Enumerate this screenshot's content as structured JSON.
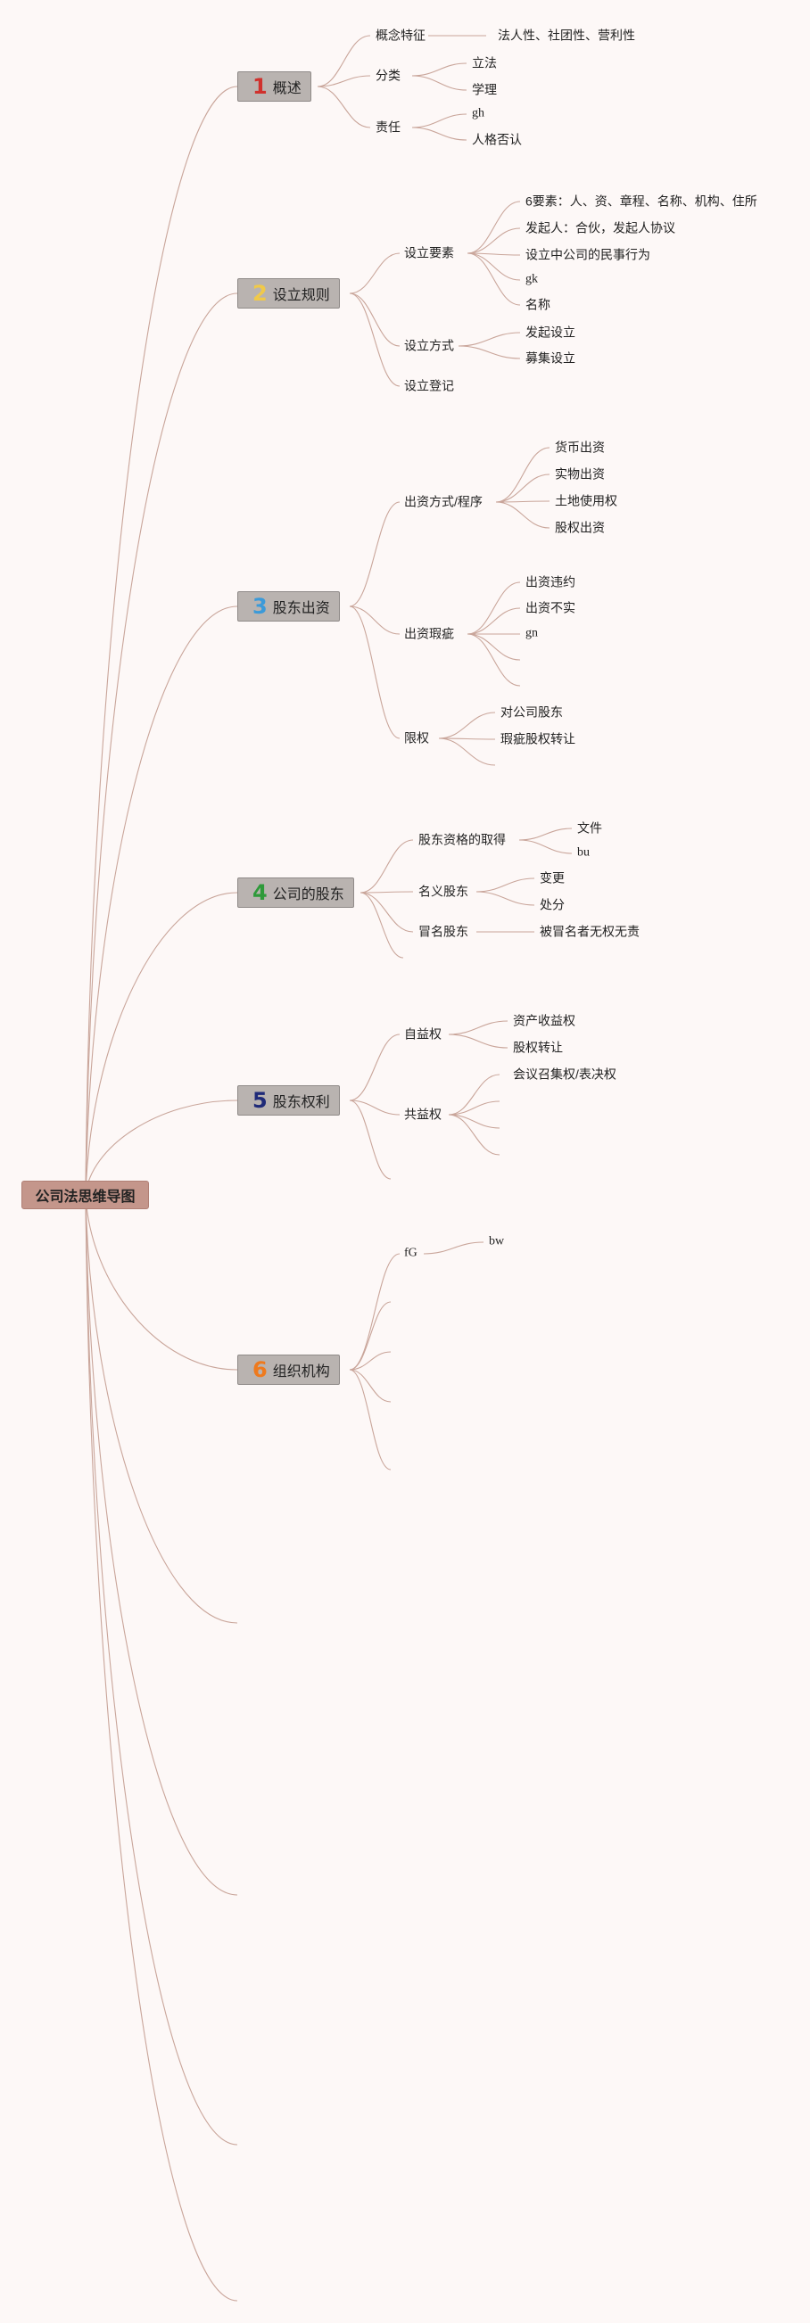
{
  "title": "公司法思维导图",
  "topics": [
    {
      "num": "1",
      "label": "概述",
      "color": "#d0312d"
    },
    {
      "num": "2",
      "label": "设立规则",
      "color": "#f0c94a"
    },
    {
      "num": "3",
      "label": "股东出资",
      "color": "#3b9ad9"
    },
    {
      "num": "4",
      "label": "公司的股东",
      "color": "#2e9a3a"
    },
    {
      "num": "5",
      "label": "股东权利",
      "color": "#1f2a78"
    },
    {
      "num": "6",
      "label": "组织机构",
      "color": "#ee7a1e"
    }
  ],
  "nodes": {
    "concept": "概念特征",
    "concept_detail": "法人性、社团性、营利性",
    "classify": "分类",
    "legislation": "立法",
    "theory": "学理",
    "liability": "责任",
    "gh": "gh",
    "piercing": "人格否认",
    "elements": "设立要素",
    "six_elements": "6要素：人、资、章程、名称、机构、住所",
    "promoter": "发起人：合伙，发起人协议",
    "civil_act": "设立中公司的民事行为",
    "gk": "gk",
    "name": "名称",
    "method": "设立方式",
    "promote_set": "发起设立",
    "raise_set": "募集设立",
    "registration": "设立登记",
    "contribution_method": "出资方式/程序",
    "currency": "货币出资",
    "in_kind": "实物出资",
    "land": "土地使用权",
    "equity": "股权出资",
    "defect": "出资瑕疵",
    "breach": "出资违约",
    "untrue": "出资不实",
    "gn": "gn",
    "restrict": "限权",
    "to_company": "对公司股东",
    "defect_transfer": "瑕疵股权转让",
    "acquire": "股东资格的取得",
    "documents": "文件",
    "bu": "bu",
    "nominal": "名义股东",
    "change": "变更",
    "dispose": "处分",
    "impostor": "冒名股东",
    "no_liability": "被冒名者无权无责",
    "self_benefit": "自益权",
    "asset_income": "资产收益权",
    "share_transfer": "股权转让",
    "common_benefit": "共益权",
    "meeting": "会议召集权/表决权",
    "fG": "fG",
    "bw": "bw"
  }
}
